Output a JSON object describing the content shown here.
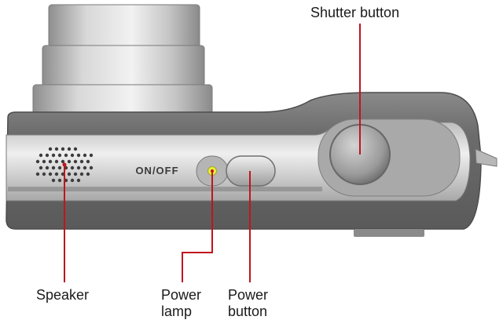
{
  "diagram": {
    "onoff_text": "ON/OFF",
    "callouts": {
      "shutter": {
        "text": "Shutter button"
      },
      "speaker": {
        "text": "Speaker"
      },
      "power_lamp": {
        "line1": "Power",
        "line2": "lamp"
      },
      "power_button": {
        "line1": "Power",
        "line2": "button"
      }
    },
    "colors": {
      "callout_line": "#c0151b",
      "lamp": "#e8f040",
      "body_dark": "#6e6e6e",
      "body_light": "#c9c9c9",
      "lens": "#bdbdbd"
    }
  }
}
